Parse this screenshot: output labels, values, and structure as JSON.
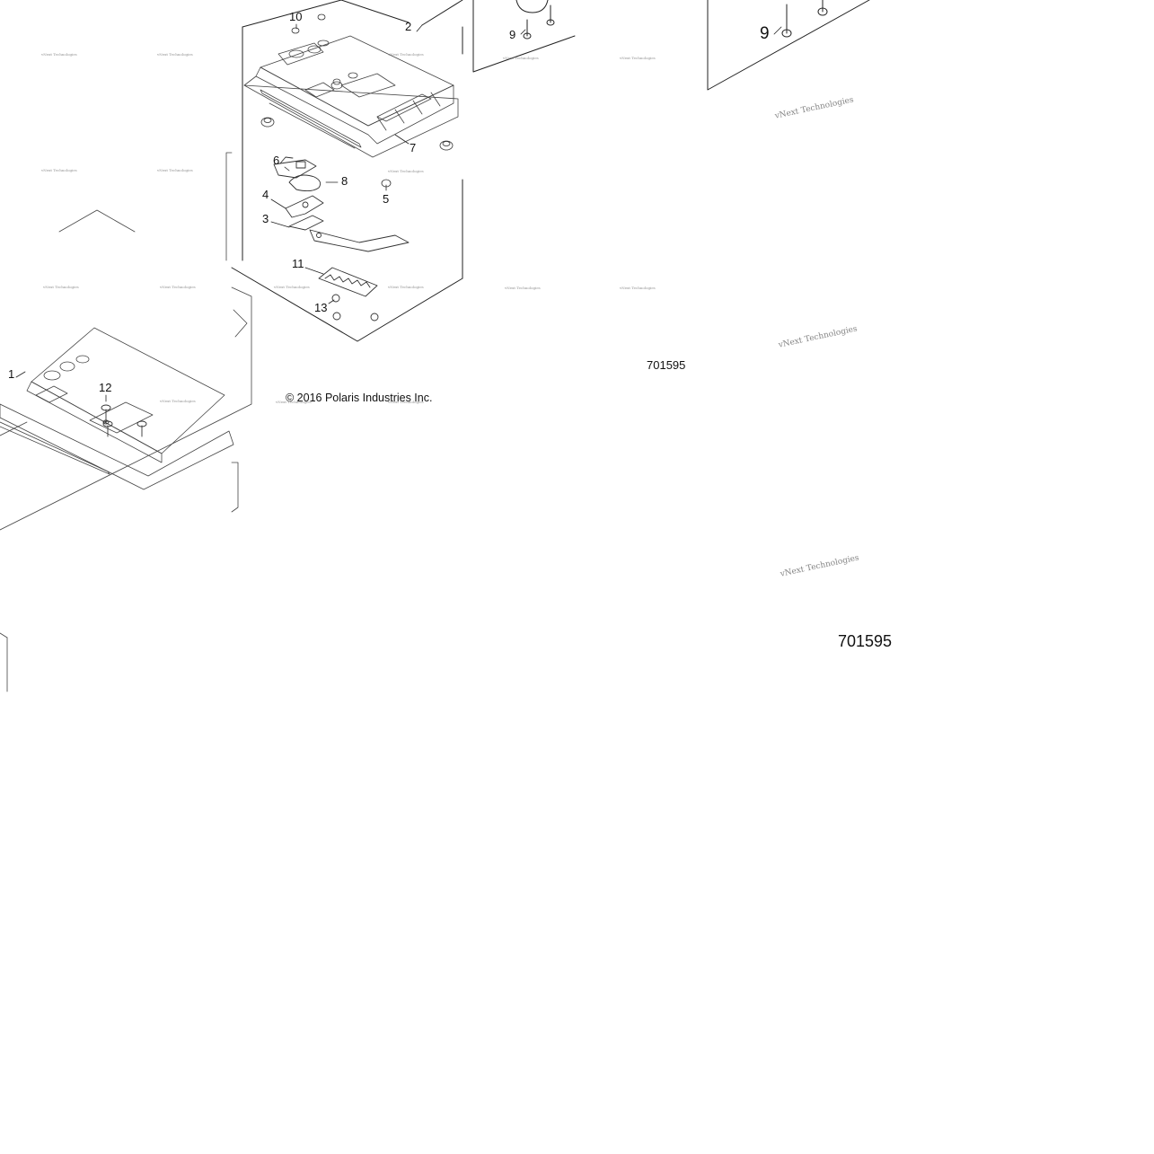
{
  "callouts": {
    "c1": "1",
    "c2": "2",
    "c3": "3",
    "c4": "4",
    "c5": "5",
    "c6": "6",
    "c7": "7",
    "c8": "8",
    "c9": "9",
    "c9_large": "9",
    "c10": "10",
    "c11": "11",
    "c12": "12",
    "c13": "13"
  },
  "reference_number": "701595",
  "reference_number_large": "701595",
  "copyright": "© 2016 Polaris Industries Inc.",
  "watermark": "vNext Technologies"
}
